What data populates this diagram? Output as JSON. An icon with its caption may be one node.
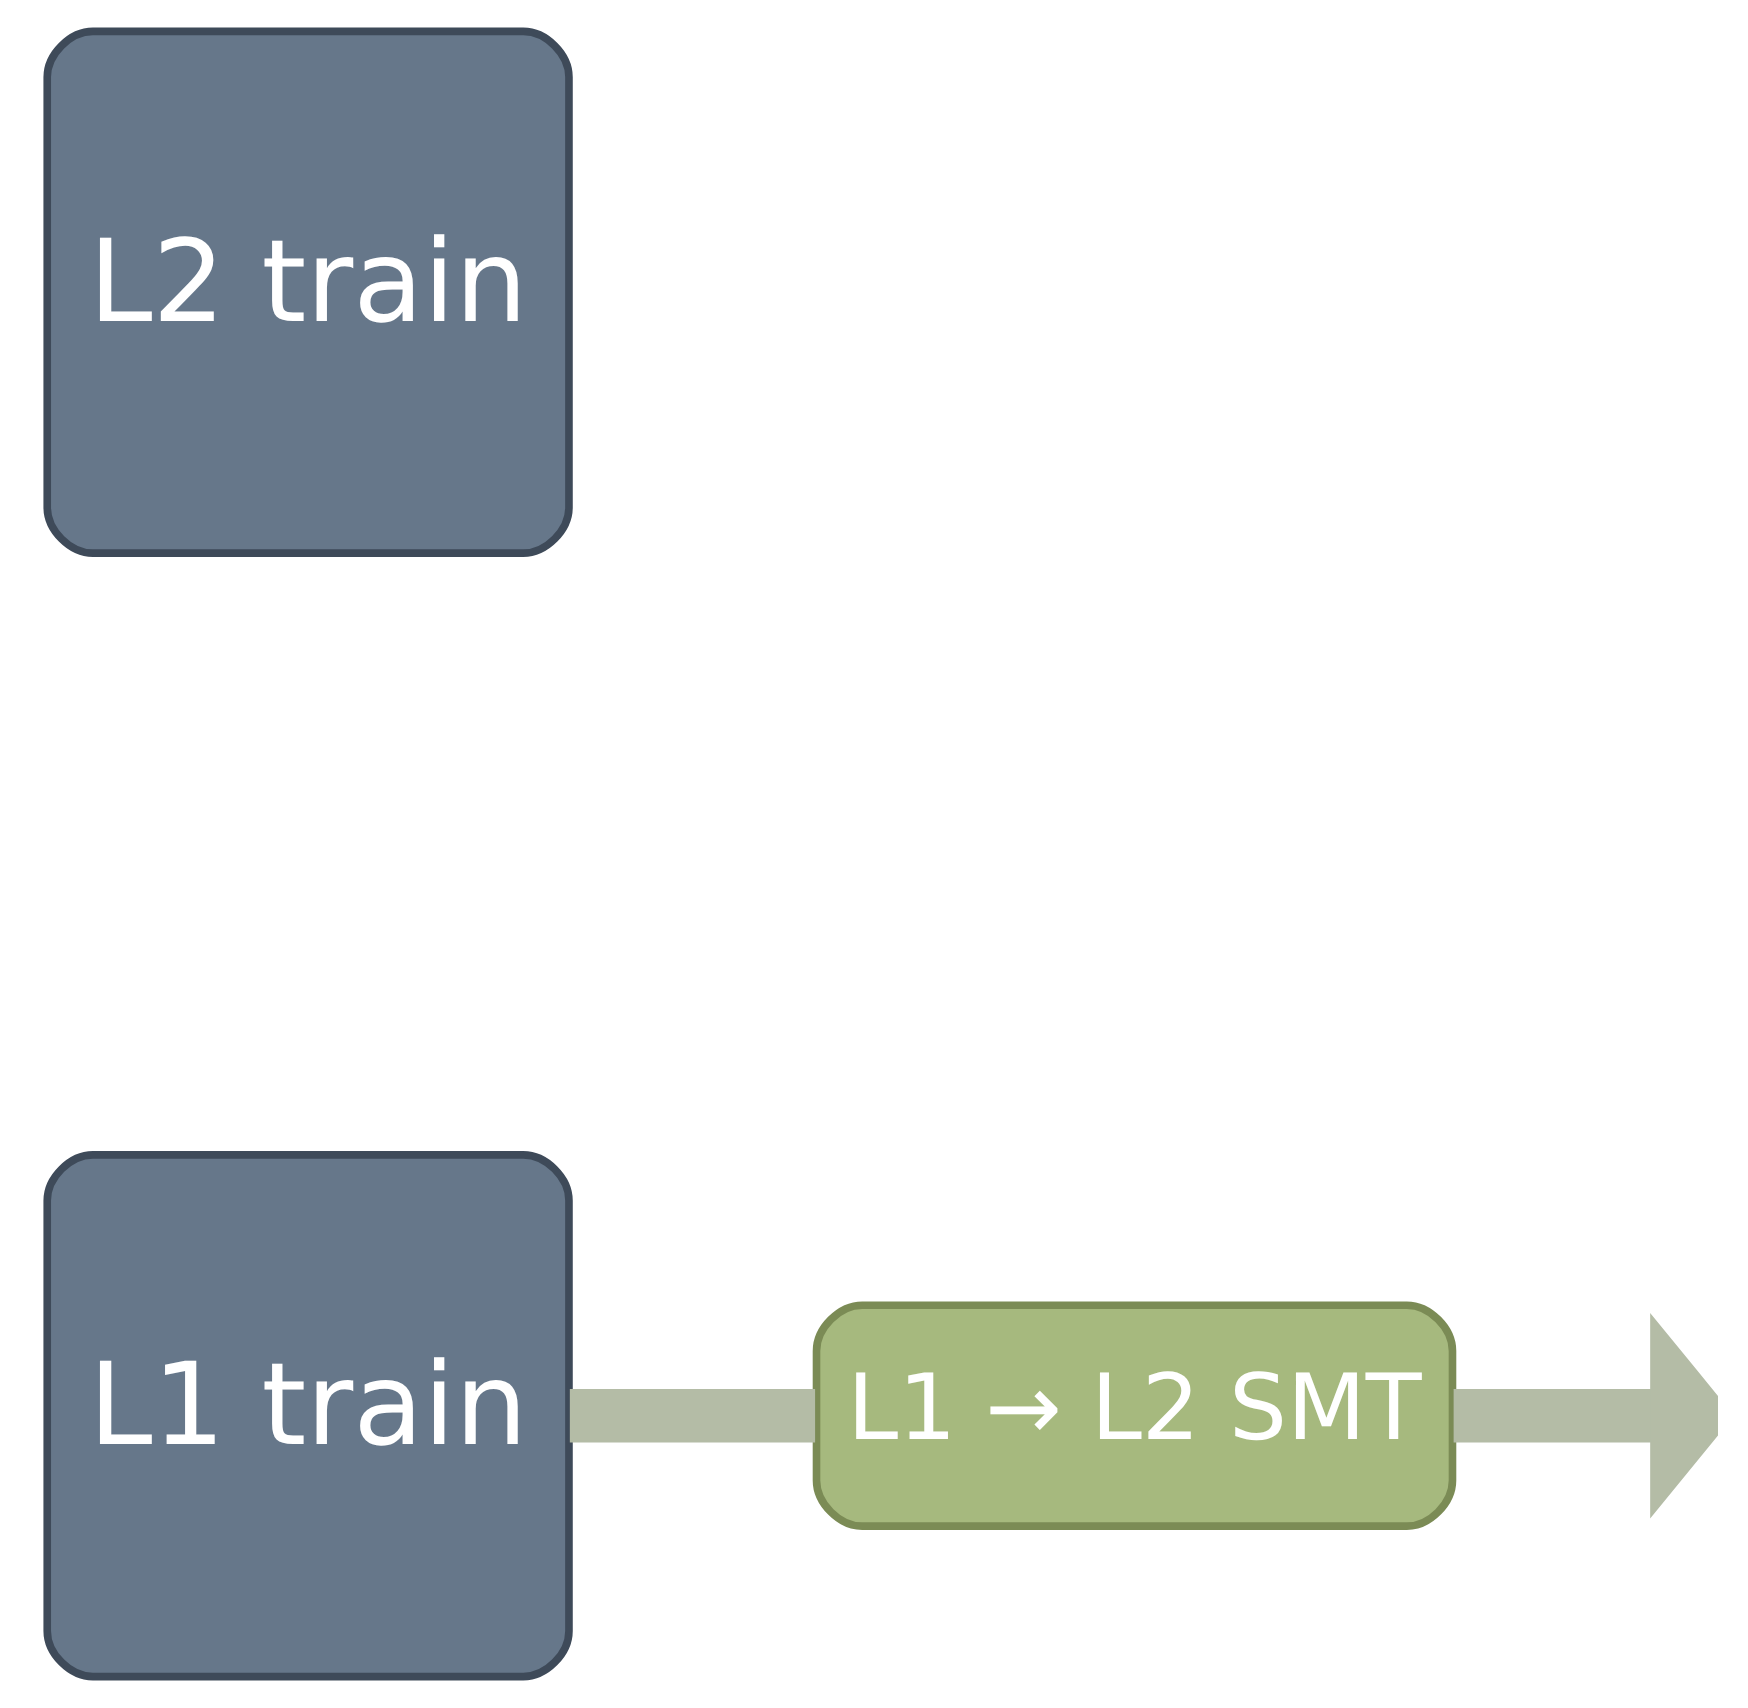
{
  "diagram": {
    "nodes": [
      {
        "text": [
          "L1 train"
        ]
      },
      {
        "text": [
          "L1 → L2 SMT"
        ]
      },
      {
        "text": [
          "L2 train"
        ]
      }
    ],
    "edges": [
      {
        "from": 0,
        "to": 1,
        "arrow": "none"
      },
      {
        "from": 1,
        "to": null,
        "arrow": "to"
      }
    ]
  }
}
